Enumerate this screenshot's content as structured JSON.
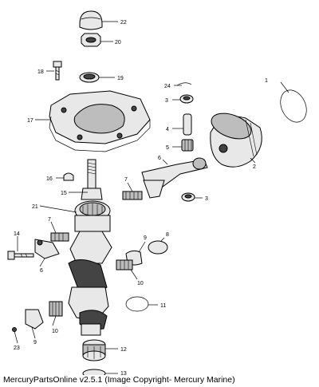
{
  "callouts": {
    "c1": "1",
    "c2": "2",
    "c3a": "3",
    "c3b": "3",
    "c4": "4",
    "c5": "5",
    "c6a": "6",
    "c6b": "6",
    "c7a": "7",
    "c7b": "7",
    "c8": "8",
    "c9a": "9",
    "c9b": "9",
    "c10a": "10",
    "c10b": "10",
    "c11": "11",
    "c12": "12",
    "c13": "13",
    "c14": "14",
    "c15": "15",
    "c16": "16",
    "c17": "17",
    "c18": "18",
    "c19": "19",
    "c20": "20",
    "c21": "21",
    "c22": "22",
    "c23": "23",
    "c24": "24"
  },
  "caption": "MercuryPartsOnline v2.5.1 (Image Copyright- Mercury Marine)"
}
